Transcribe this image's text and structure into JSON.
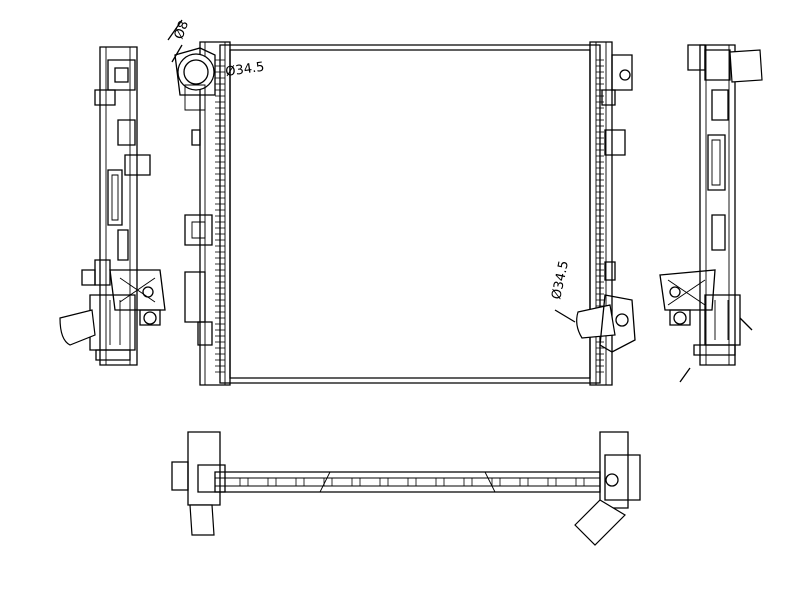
{
  "dimensions": {
    "outlet_diameter_top": "Ø34.5",
    "small_port_diameter": "Ø8",
    "outlet_diameter_bottom": "Ø34.5"
  },
  "icons": {
    "front_view": "radiator-front-view",
    "left_side_view": "radiator-left-side-view",
    "right_side_view": "radiator-right-side-view",
    "bottom_view": "radiator-bottom-view"
  }
}
